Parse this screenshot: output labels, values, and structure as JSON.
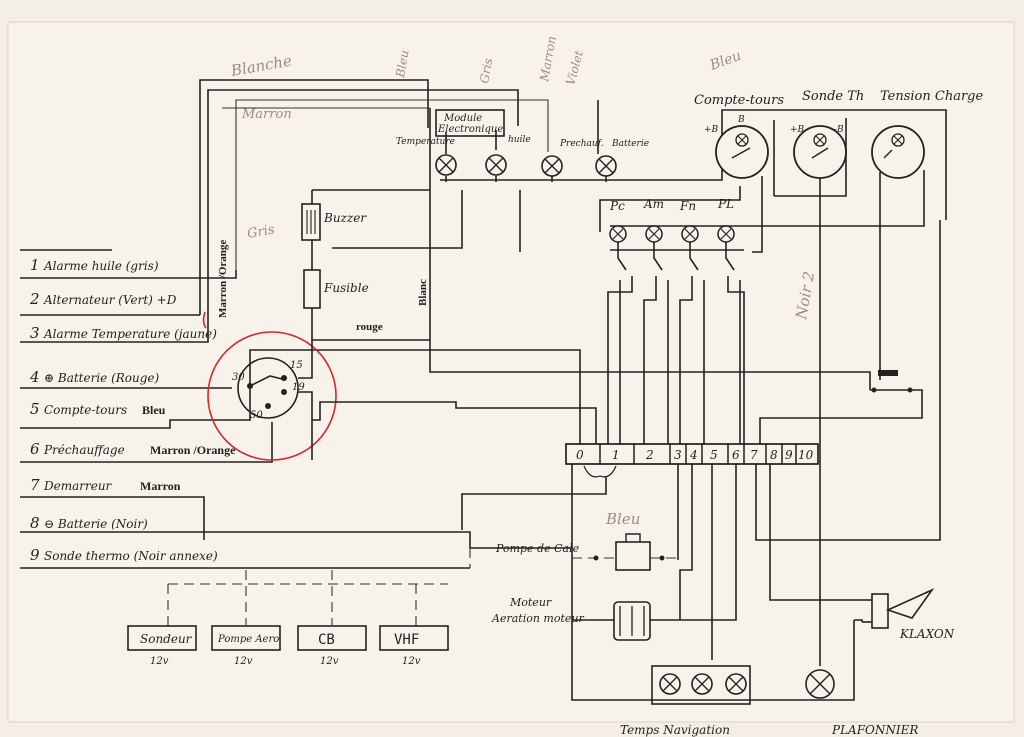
{
  "colors": {
    "paper": "#f4efe6",
    "ink": "#222222",
    "pencil": "#9a8f86",
    "red_circle": "#d8262b"
  },
  "left_legend": [
    {
      "num": "1",
      "text": "Alarme huile (gris)",
      "typed": ""
    },
    {
      "num": "2",
      "text": "Alternateur (Vert) +D",
      "typed": ""
    },
    {
      "num": "3",
      "text": "Alarme Temperature (jaune)",
      "typed": ""
    },
    {
      "num": "4",
      "text": "⊕ Batterie (Rouge)",
      "typed": ""
    },
    {
      "num": "5",
      "text": "Compte-tours",
      "typed": "Bleu"
    },
    {
      "num": "6",
      "text": "Préchauffage",
      "typed": "Marron /Orange"
    },
    {
      "num": "7",
      "text": "Demarreur",
      "typed": "Marron"
    },
    {
      "num": "8",
      "text": "⊖ Batterie (Noir)",
      "typed": ""
    },
    {
      "num": "9",
      "text": "Sonde thermo (Noir annexe)",
      "typed": ""
    }
  ],
  "pencil_notes": {
    "top_1": "Blanche",
    "top_2": "Bleu",
    "top_3": "Gris",
    "top_4": "Marron",
    "top_5": "Violet",
    "top_6": "Bleu",
    "marron": "Marron",
    "gris": "Gris",
    "noir": "Noir 2",
    "bleu_bottom": "Bleu"
  },
  "typed_labels": {
    "marron_orange": "Marron /Orange",
    "blanc": "Blanc",
    "rouge": "rouge"
  },
  "module": {
    "line1": "Module",
    "line2": "Electronique"
  },
  "module_lamps": [
    "Temperature",
    "huile",
    "Prechauf.",
    "Batterie"
  ],
  "gauges": {
    "title1": "Compte-tours",
    "title2": "Sonde Th",
    "title3": "Tension Charge",
    "plus_b": "+B",
    "minus_b": "-B",
    "b": "B"
  },
  "lights": [
    "Pc",
    "Am",
    "Fn",
    "PL"
  ],
  "buzzer": "Buzzer",
  "fusible": "Fusible",
  "key_switch": {
    "t30": "30",
    "t15": "15",
    "t19": "19",
    "t50": "50"
  },
  "terminal_block": [
    "0",
    "1",
    "2",
    "3",
    "4",
    "5",
    "6",
    "7",
    "8",
    "9",
    "10"
  ],
  "pompe_cale": "Pompe de Cale",
  "moteur": {
    "line1": "Moteur",
    "line2": "Aeration moteur"
  },
  "klaxon": "KLAXON",
  "accessories": [
    {
      "name": "Sondeur",
      "volt": "12v"
    },
    {
      "name": "Pompe Aero",
      "volt": "12v"
    },
    {
      "name": "CB",
      "volt": "12v"
    },
    {
      "name": "VHF",
      "volt": "12v"
    }
  ],
  "bottom_labels": {
    "lamps": "Temps Navigation",
    "plafonnier": "PLAFONNIER"
  }
}
